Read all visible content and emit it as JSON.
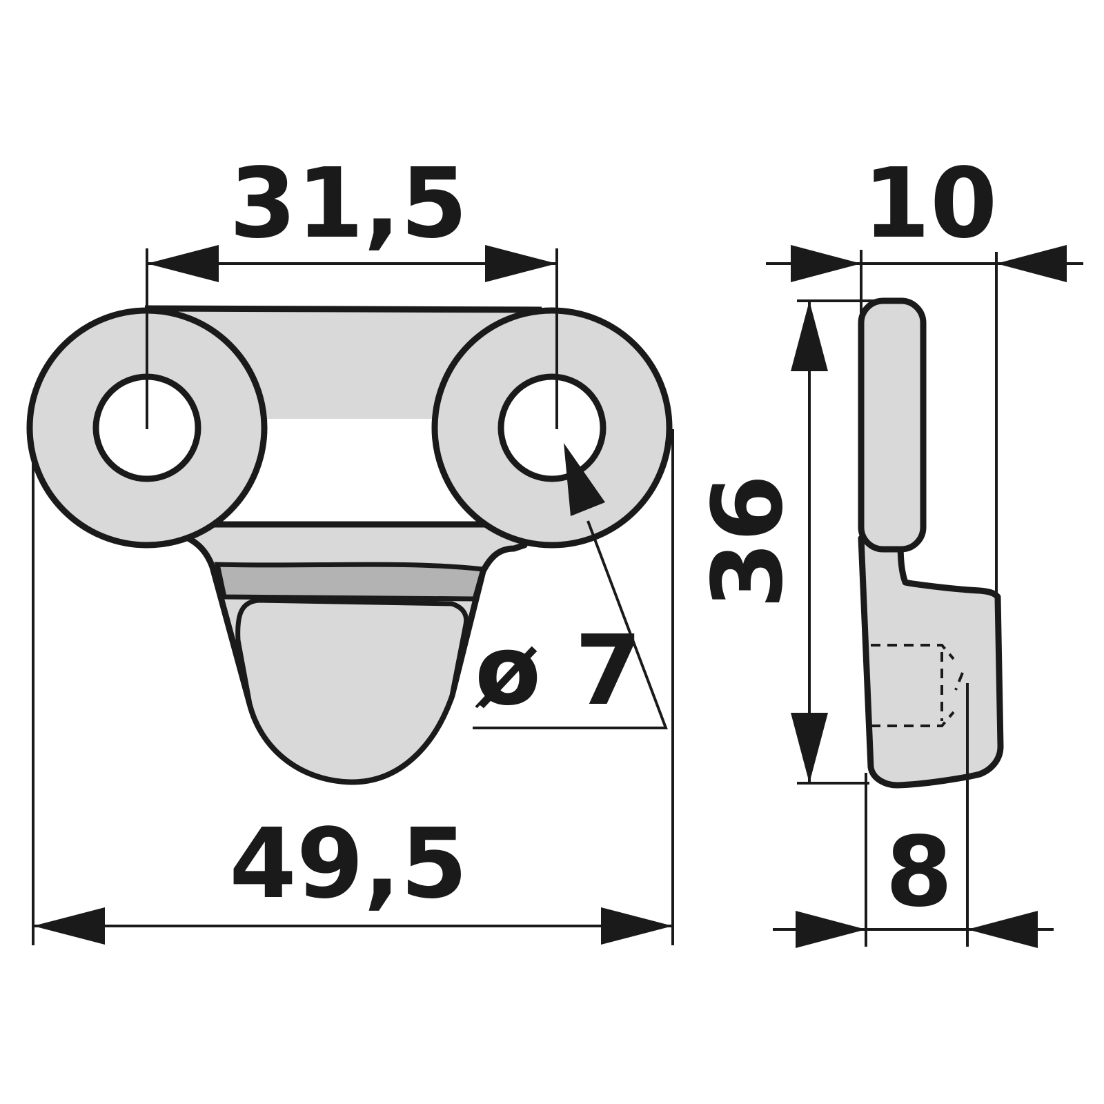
{
  "drawing": {
    "colors": {
      "part_fill": "#d9d9d9",
      "band_fill": "#b3b3b3",
      "line": "#1a1a1a"
    },
    "dimensions": {
      "hole_spacing": "31,5",
      "overall_width": "49,5",
      "hole_diameter": "ø 7",
      "side_thickness_top": "10",
      "side_height": "36",
      "side_thickness_bottom": "8"
    }
  }
}
